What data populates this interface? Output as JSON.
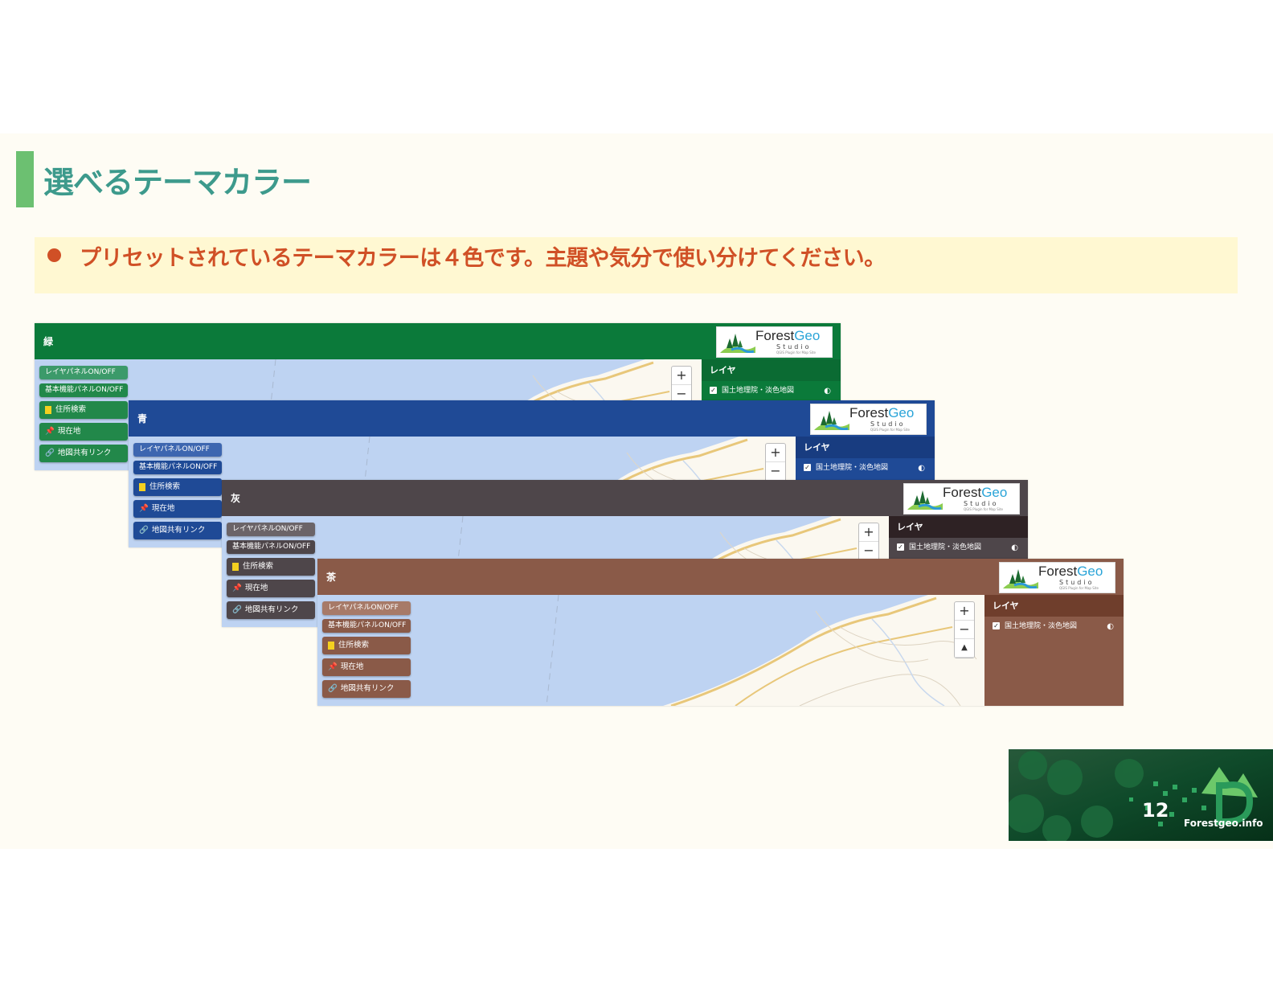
{
  "slide": {
    "title": "選べるテーマカラー",
    "bullet": "プリセットされているテーマカラーは４色です。主題や気分で使い分けてください。",
    "page_number": "12",
    "brand": "Forestgeo.info"
  },
  "logo": {
    "forest": "Forest",
    "geo": "Geo",
    "studio": "Studio",
    "tagline": "QGIS Plugin for Map Site"
  },
  "buttons": {
    "layer_panel": "レイヤパネルON/OFF",
    "basic_panel": "基本機能パネルON/OFF",
    "address_search": "住所検索",
    "current_location": "現在地",
    "share_link": "地図共有リンク"
  },
  "layer_panel": {
    "title": "レイヤ",
    "layer_name": "国土地理院・淡色地図"
  },
  "zoom": {
    "in": "+",
    "out": "−",
    "north": "▲"
  },
  "themes": [
    {
      "name": "緑",
      "header": "#0b7a3a",
      "button": "#22884a",
      "button_light": "#3c9a6a",
      "panel": "#0b7a3a",
      "panel_head": "#0b6b33"
    },
    {
      "name": "青",
      "header": "#1f4a96",
      "button": "#1f4a96",
      "button_light": "#3d66b0",
      "panel": "#1f4a96",
      "panel_head": "#183c80"
    },
    {
      "name": "灰",
      "header": "#4e464a",
      "button": "#4e464a",
      "button_light": "#6b6468",
      "panel": "#4e464a",
      "panel_head": "#2e2224"
    },
    {
      "name": "茶",
      "header": "#8a5a48",
      "button": "#8a5a48",
      "button_light": "#a77a68",
      "panel": "#8a5a48",
      "panel_head": "#6f3e2c"
    }
  ]
}
